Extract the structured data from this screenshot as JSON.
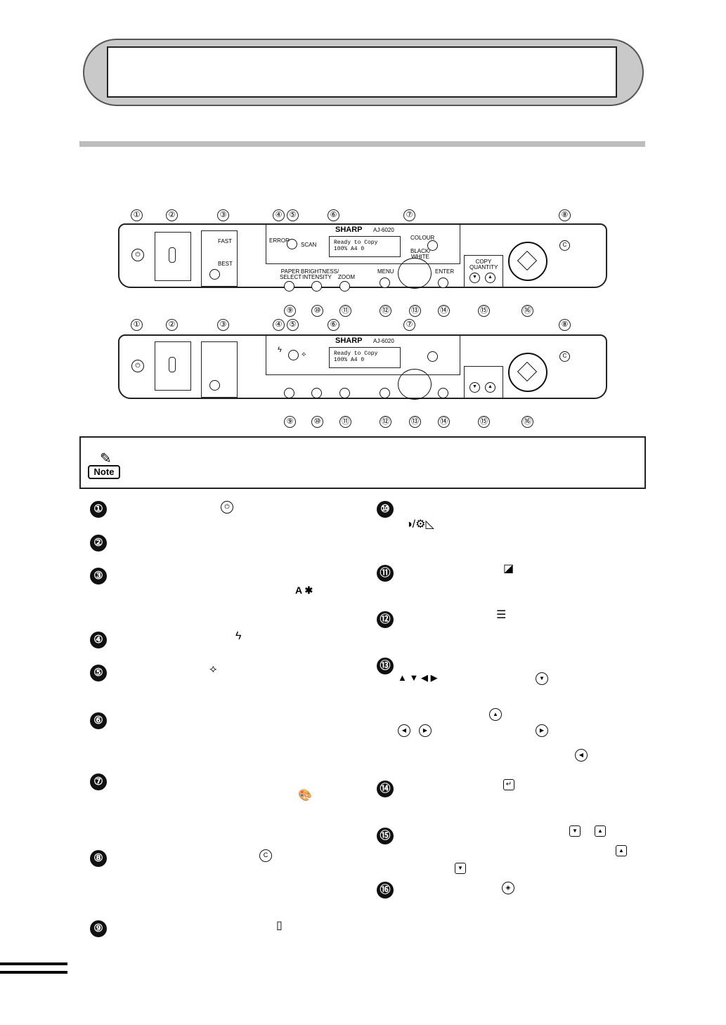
{
  "panel_callouts": [
    "①",
    "②",
    "③",
    "④",
    "⑤",
    "⑥",
    "⑦",
    "⑧",
    "⑨",
    "⑩",
    "⑪",
    "⑫",
    "⑬",
    "⑭",
    "⑮",
    "⑯"
  ],
  "panel_top": {
    "brand": "SHARP",
    "model": "AJ-6020",
    "lcd_line1": "Ready to Copy",
    "lcd_line2": "100%    A4       0",
    "error_label": "ERROR",
    "scan_label": "SCAN",
    "fast_label": "FAST",
    "best_label": "BEST",
    "colour_label": "COLOUR",
    "bw_label": "BLACK/ WHITE",
    "paper_select_label": "PAPER SELECT",
    "brightness_label": "BRIGHTNESS/ INTENSITY",
    "zoom_label": "ZOOM",
    "menu_label": "MENU",
    "enter_label": "ENTER",
    "copy_quantity_label": "COPY QUANTITY",
    "clear_key": "C"
  },
  "panel_bottom": {
    "brand": "SHARP",
    "model": "AJ-6020",
    "lcd_line1": "Ready to Copy",
    "lcd_line2": "100%    A4       0",
    "clear_key": "C"
  },
  "items": [
    {
      "n": "①",
      "sym": "⏻"
    },
    {
      "n": "②",
      "sym": ""
    },
    {
      "n": "③",
      "sym": "A ✱"
    },
    {
      "n": "④",
      "sym": "ϟ"
    },
    {
      "n": "⑤",
      "sym": "⟡"
    },
    {
      "n": "⑥",
      "sym": ""
    },
    {
      "n": "⑦",
      "sym": "🎨"
    },
    {
      "n": "⑧",
      "sym": "C"
    },
    {
      "n": "⑨",
      "sym": "▯"
    },
    {
      "n": "⑩",
      "sym": "◑/⚙◺"
    },
    {
      "n": "⑪",
      "sym": "◪"
    },
    {
      "n": "⑫",
      "sym": "☰"
    },
    {
      "n": "⑬",
      "sym": "▲ ▼ ◀ ▶"
    },
    {
      "n": "⑭",
      "sym": "↵"
    },
    {
      "n": "⑮",
      "sym": "▼ ▲"
    },
    {
      "n": "⑯",
      "sym": "◈"
    }
  ],
  "note_label": "Note"
}
